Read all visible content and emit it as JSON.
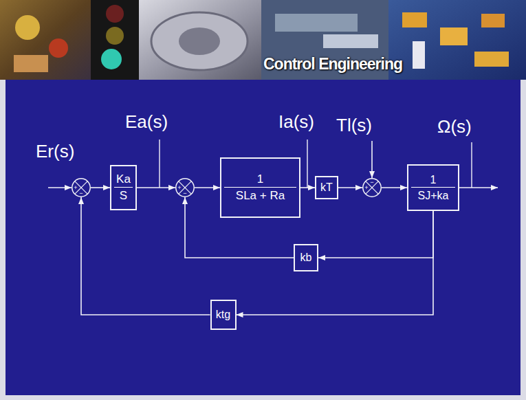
{
  "diagram": {
    "title": "Control Engineering",
    "nodes": [
      {
        "text": [
          "+",
          "−"
        ]
      },
      {
        "text": [
          "Ka",
          "S"
        ]
      },
      {
        "text": [
          "+",
          "−"
        ]
      },
      {
        "text": [
          "1",
          "SLa + Ra"
        ]
      },
      {
        "text": [
          "kT"
        ]
      },
      {
        "text": [
          "+",
          "−"
        ]
      },
      {
        "text": [
          "1",
          "SJ+ka"
        ]
      },
      {
        "text": [
          "kb"
        ]
      },
      {
        "text": [
          "ktg"
        ]
      }
    ],
    "edges": [
      {
        "from": 0,
        "to": 1,
        "arrow": "to"
      },
      {
        "from": 1,
        "to": 2,
        "arrow": "to"
      },
      {
        "from": 2,
        "to": 3,
        "arrow": "to"
      },
      {
        "from": 3,
        "to": 4,
        "arrow": "to"
      },
      {
        "from": 4,
        "to": 5,
        "arrow": "to"
      },
      {
        "from": 5,
        "to": 6,
        "arrow": "to"
      },
      {
        "from": 6,
        "to": 7,
        "arrow": "to"
      },
      {
        "from": 7,
        "to": 2,
        "arrow": "to"
      },
      {
        "from": 6,
        "to": 8,
        "arrow": "to"
      },
      {
        "from": 8,
        "to": 0,
        "arrow": "to"
      }
    ],
    "labels": [
      "Er(s)",
      "Ea(s)",
      "Ia(s)",
      "Tl(s)",
      "Ω(s)"
    ]
  }
}
